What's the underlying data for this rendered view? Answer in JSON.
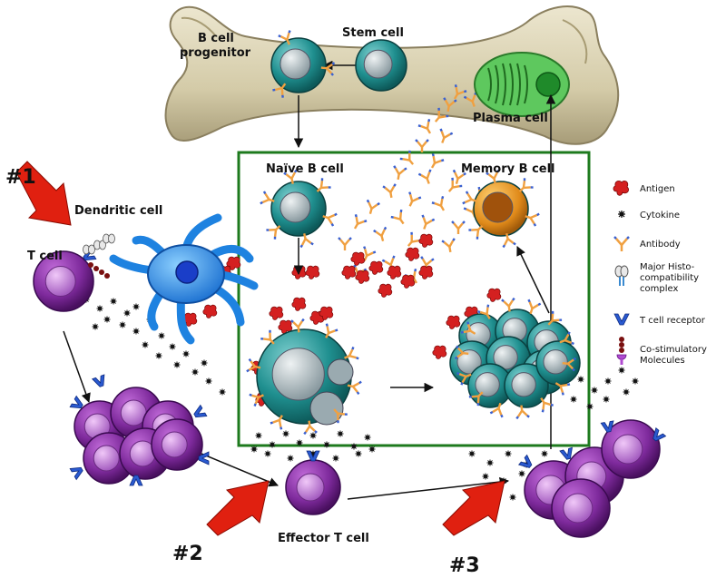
{
  "labels": {
    "stem_cell": "Stem cell",
    "b_cell_progenitor_line1": "B cell",
    "b_cell_progenitor_line2": "progenitor",
    "plasma_cell": "Plasma cell",
    "naive_b_cell": "Naïve B cell",
    "memory_b_cell": "Memory B cell",
    "dendritic_cell": "Dendritic cell",
    "t_cell": "T cell",
    "effector_t_cell": "Effector T cell",
    "step1": "#1",
    "step2": "#2",
    "step3": "#3"
  },
  "legend": {
    "antigen": "Antigen",
    "cytokine": "Cytokine",
    "antibody": "Antibody",
    "mhc_line1": "Major Histo-",
    "mhc_line2": "compatibility",
    "mhc_line3": "complex",
    "tcr": "T cell receptor",
    "costim_line1": "Co-stimulatory",
    "costim_line2": "Molecules"
  },
  "colors": {
    "bcell_outer": "#1f8f8f",
    "bcell_nucleus": "#b9c4c8",
    "tcell_outer": "#8b2fa8",
    "tcell_nucleus": "#c98ad8",
    "memory_outer": "#e08a1a",
    "memory_nucleus": "#a0520c",
    "dendritic": "#1e82e0",
    "antigen": "#d42020",
    "antibody_stem": "#f0a040",
    "antibody_tip": "#3a60d0",
    "arrow_red": "#e02010",
    "box_green": "#1d7a1d",
    "bone": "#d9d2b8"
  }
}
